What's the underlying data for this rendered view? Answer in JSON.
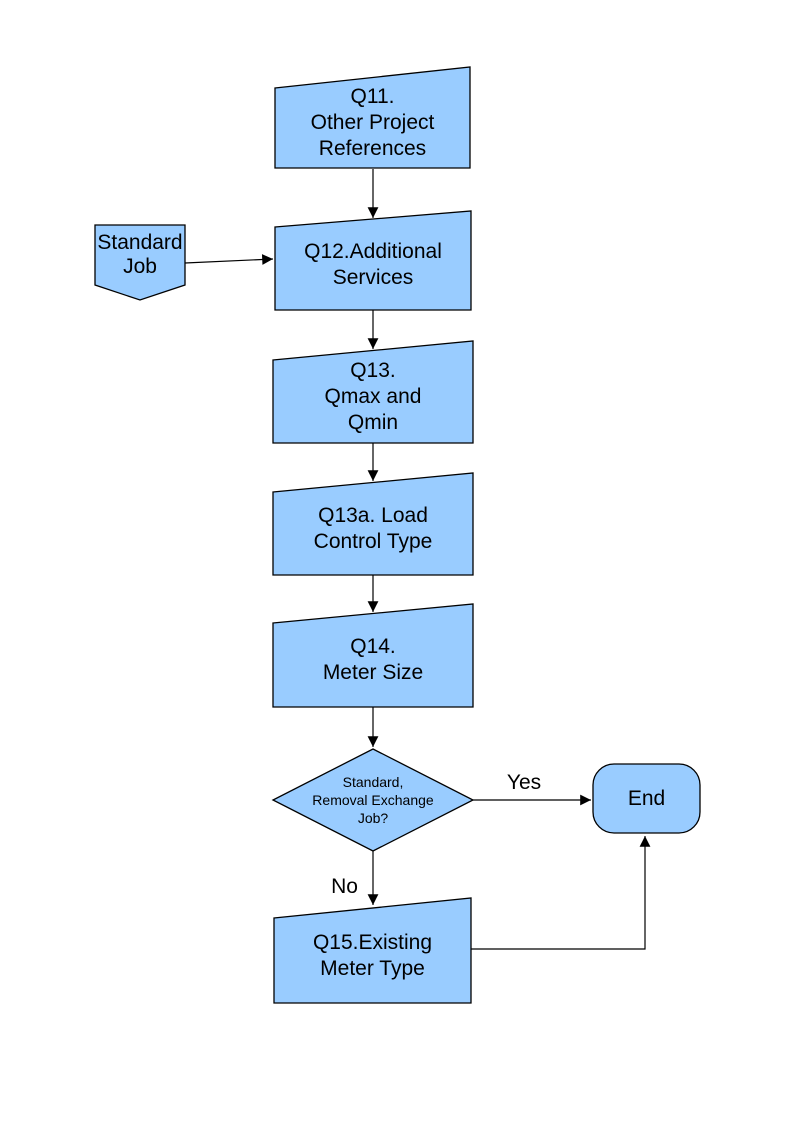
{
  "diagram": {
    "type": "flowchart",
    "colors": {
      "node_fill": "#99ccff",
      "node_border": "#000000",
      "connector": "#000000",
      "background": "#ffffff",
      "text": "#000000"
    },
    "nodes": {
      "q11": {
        "shape": "manual-input",
        "label": "Q11.\nOther Project\nReferences"
      },
      "standard_job": {
        "shape": "off-page-connector",
        "label": "Standard\nJob"
      },
      "q12": {
        "shape": "manual-input",
        "label": "Q12.Additional\nServices"
      },
      "q13": {
        "shape": "manual-input",
        "label": "Q13.\nQmax and\nQmin"
      },
      "q13a": {
        "shape": "manual-input",
        "label": "Q13a. Load\nControl Type"
      },
      "q14": {
        "shape": "manual-input",
        "label": "Q14.\nMeter Size"
      },
      "decision": {
        "shape": "diamond",
        "label": "Standard,\nRemoval Exchange\nJob?"
      },
      "end": {
        "shape": "terminator",
        "label": "End"
      },
      "q15": {
        "shape": "manual-input",
        "label": "Q15.Existing\nMeter Type"
      }
    },
    "edge_labels": {
      "yes": "Yes",
      "no": "No"
    }
  }
}
